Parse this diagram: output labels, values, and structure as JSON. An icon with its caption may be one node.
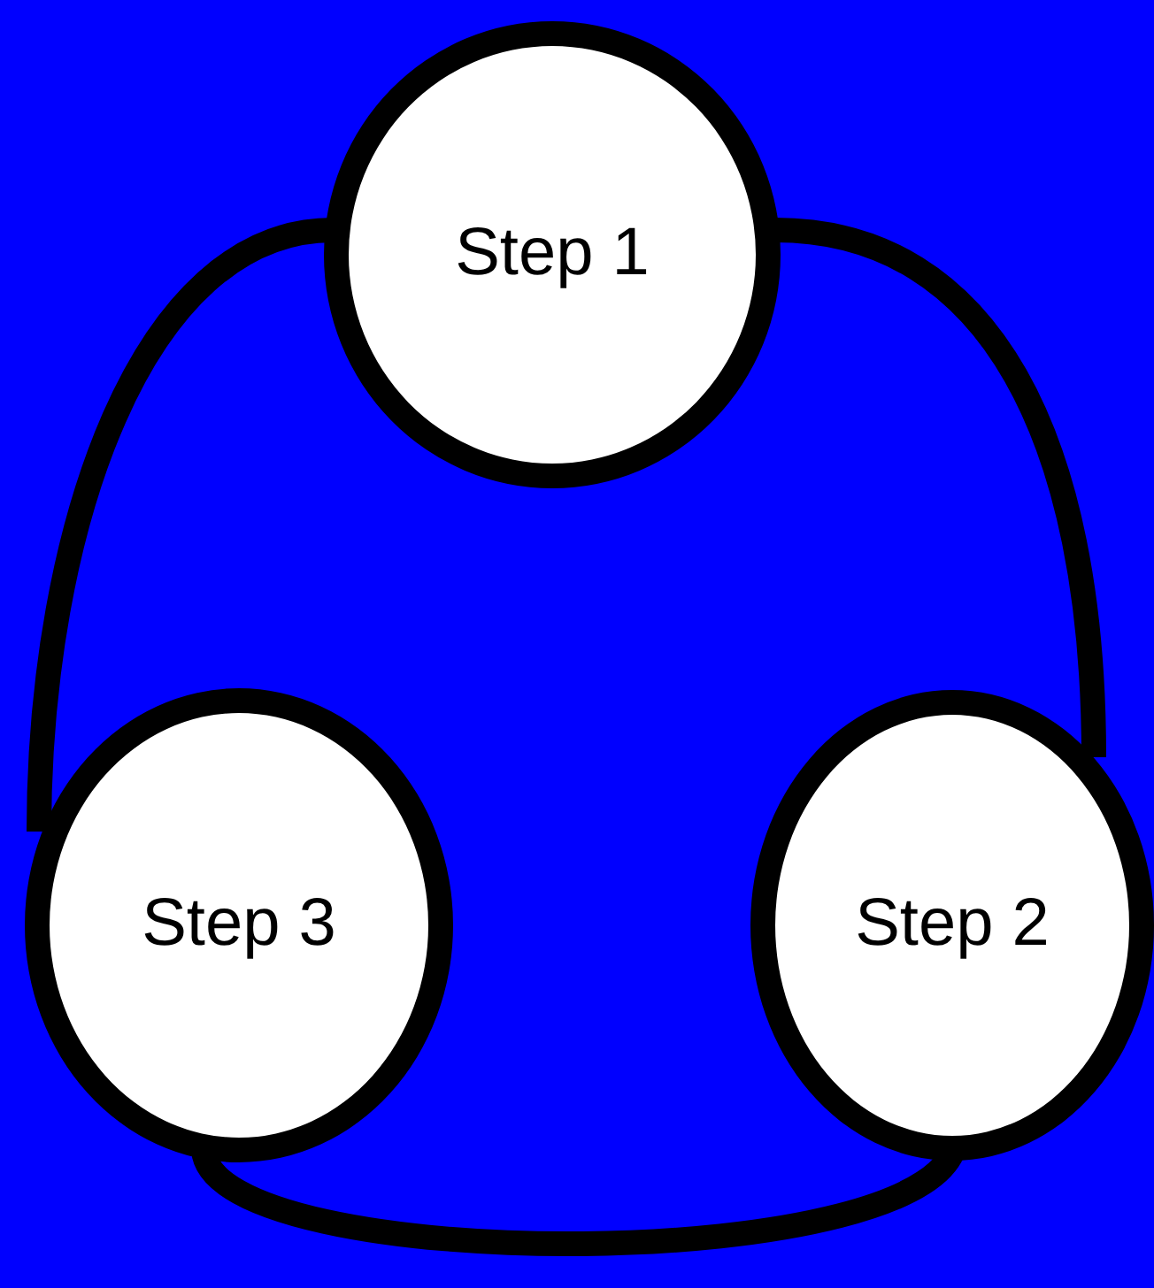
{
  "diagram": {
    "nodes": [
      {
        "text": [
          "Step 1"
        ]
      },
      {
        "text": [
          "Step 2"
        ]
      },
      {
        "text": [
          "Step 3"
        ]
      }
    ],
    "edges": [
      {
        "from": 0,
        "to": 1,
        "arrow": "none"
      },
      {
        "from": 0,
        "to": 2,
        "arrow": "none"
      },
      {
        "from": 2,
        "to": 1,
        "arrow": "none"
      }
    ]
  }
}
